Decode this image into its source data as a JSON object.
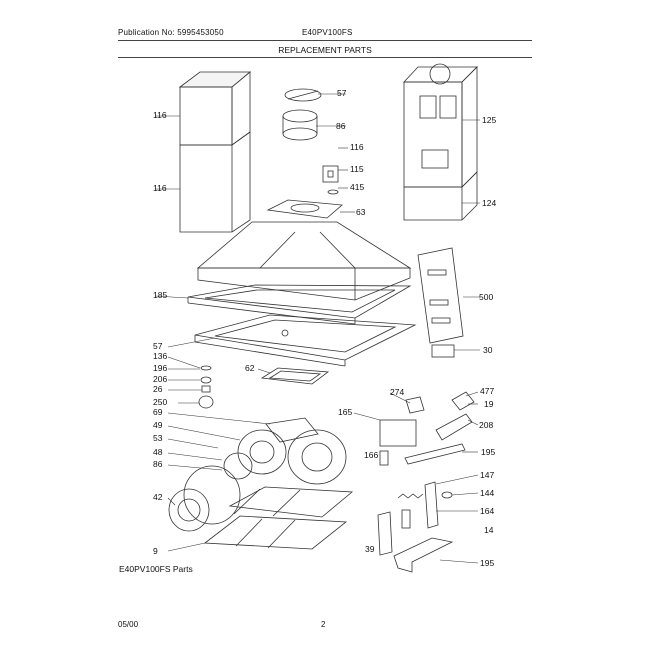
{
  "header": {
    "publication": "Publication No: 5995453050",
    "model": "E40PV100FS",
    "title": "REPLACEMENT PARTS"
  },
  "callouts": [
    "116",
    "116",
    "57",
    "86",
    "116",
    "115",
    "415",
    "63",
    "125",
    "124",
    "500",
    "185",
    "30",
    "57",
    "136",
    "196",
    "206",
    "26",
    "250",
    "62",
    "274",
    "477",
    "19",
    "69",
    "165",
    "49",
    "208",
    "53",
    "166",
    "195",
    "48",
    "147",
    "86",
    "144",
    "164",
    "42",
    "14",
    "9",
    "39",
    "195"
  ],
  "caption": "E40PV100FS Parts",
  "footer": {
    "date": "05/00",
    "page": "2"
  }
}
